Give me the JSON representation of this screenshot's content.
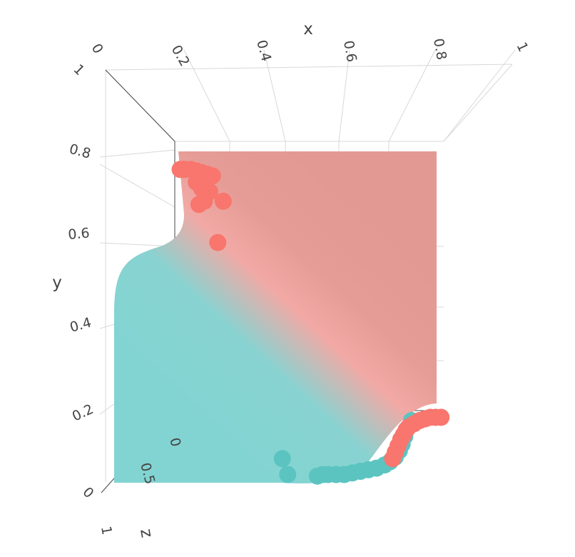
{
  "chart_data": {
    "type": "scatter",
    "variant": "3d-scatter-with-decision-surface",
    "axes": {
      "x": {
        "label": "x",
        "range": [
          0,
          1
        ],
        "ticks": [
          "0.2",
          "0.4",
          "0.6",
          "0.8",
          "1"
        ]
      },
      "y": {
        "label": "y",
        "range": [
          0,
          1
        ],
        "ticks": [
          "0.2",
          "0.4",
          "0.6",
          "0.8"
        ]
      },
      "z": {
        "label": "z",
        "range": [
          0,
          1
        ],
        "ticks": [
          "0",
          "0.5",
          "1"
        ]
      },
      "corner_zero_labels": [
        "0",
        "0"
      ]
    },
    "grid": true,
    "legend": "none",
    "surface": {
      "colorscale_low": "#82d4d2",
      "colorscale_mid": "#f2a9a5",
      "colorscale_high": "#e59a94"
    },
    "series": [
      {
        "color": "#f8766d",
        "points": [
          {
            "x": 0.02,
            "y": 0.86
          },
          {
            "x": 0.03,
            "y": 0.86
          },
          {
            "x": 0.04,
            "y": 0.86
          },
          {
            "x": 0.06,
            "y": 0.86
          },
          {
            "x": 0.08,
            "y": 0.855
          },
          {
            "x": 0.1,
            "y": 0.85
          },
          {
            "x": 0.12,
            "y": 0.845
          },
          {
            "x": 0.14,
            "y": 0.84
          },
          {
            "x": 0.08,
            "y": 0.82
          },
          {
            "x": 0.1,
            "y": 0.8
          },
          {
            "x": 0.13,
            "y": 0.79
          },
          {
            "x": 0.11,
            "y": 0.76
          },
          {
            "x": 0.09,
            "y": 0.75
          },
          {
            "x": 0.18,
            "y": 0.76
          },
          {
            "x": 0.16,
            "y": 0.63
          },
          {
            "x": 0.99,
            "y": 0.08
          },
          {
            "x": 0.97,
            "y": 0.08
          },
          {
            "x": 0.95,
            "y": 0.08
          },
          {
            "x": 0.93,
            "y": 0.075
          },
          {
            "x": 0.91,
            "y": 0.07
          },
          {
            "x": 0.89,
            "y": 0.06
          },
          {
            "x": 0.87,
            "y": 0.05
          },
          {
            "x": 0.86,
            "y": 0.04
          },
          {
            "x": 0.85,
            "y": 0.025
          },
          {
            "x": 0.84,
            "y": 0.01
          },
          {
            "x": 0.83,
            "y": -0.01
          },
          {
            "x": 0.82,
            "y": -0.03
          },
          {
            "x": 0.81,
            "y": -0.05
          }
        ]
      },
      {
        "color": "#5bc4c1",
        "points": [
          {
            "x": 0.88,
            "y": 0.07
          },
          {
            "x": 0.865,
            "y": 0.045
          },
          {
            "x": 0.855,
            "y": 0.02
          },
          {
            "x": 0.845,
            "y": -0.005
          },
          {
            "x": 0.835,
            "y": -0.025
          },
          {
            "x": 0.82,
            "y": -0.045
          },
          {
            "x": 0.8,
            "y": -0.06
          },
          {
            "x": 0.78,
            "y": -0.07
          },
          {
            "x": 0.75,
            "y": -0.08
          },
          {
            "x": 0.72,
            "y": -0.085
          },
          {
            "x": 0.69,
            "y": -0.09
          },
          {
            "x": 0.66,
            "y": -0.095
          },
          {
            "x": 0.63,
            "y": -0.1
          },
          {
            "x": 0.6,
            "y": -0.1
          },
          {
            "x": 0.57,
            "y": -0.1
          },
          {
            "x": 0.55,
            "y": -0.1
          },
          {
            "x": 0.53,
            "y": -0.105
          },
          {
            "x": 0.42,
            "y": -0.1
          },
          {
            "x": 0.4,
            "y": -0.05
          }
        ]
      }
    ]
  }
}
